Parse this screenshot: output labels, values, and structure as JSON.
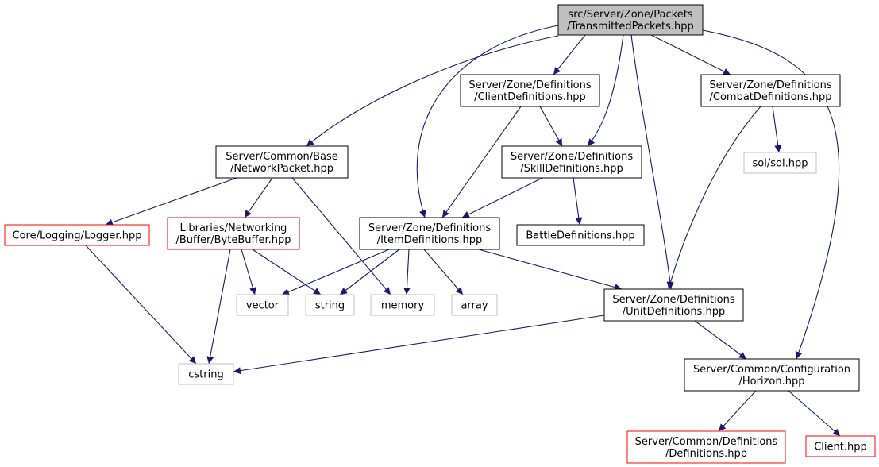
{
  "colors": {
    "edge": "#191970",
    "root_fill": "#bfbfbf",
    "node_border": "#000000",
    "red_border": "#ff0000",
    "grey_border": "#bfbfbf",
    "background": "#ffffff"
  },
  "nodes": [
    {
      "id": "transmitted",
      "lines": [
        "src/Server/Zone/Packets",
        "/TransmittedPackets.hpp"
      ],
      "style": "root"
    },
    {
      "id": "client-defs",
      "lines": [
        "Server/Zone/Definitions",
        "/ClientDefinitions.hpp"
      ],
      "style": "black"
    },
    {
      "id": "combat-defs",
      "lines": [
        "Server/Zone/Definitions",
        "/CombatDefinitions.hpp"
      ],
      "style": "black"
    },
    {
      "id": "network-packet",
      "lines": [
        "Server/Common/Base",
        "/NetworkPacket.hpp"
      ],
      "style": "black"
    },
    {
      "id": "skill-defs",
      "lines": [
        "Server/Zone/Definitions",
        "/SkillDefinitions.hpp"
      ],
      "style": "black"
    },
    {
      "id": "sol",
      "lines": [
        "sol/sol.hpp"
      ],
      "style": "grey"
    },
    {
      "id": "logger",
      "lines": [
        "Core/Logging/Logger.hpp"
      ],
      "style": "red"
    },
    {
      "id": "bytebuffer",
      "lines": [
        "Libraries/Networking",
        "/Buffer/ByteBuffer.hpp"
      ],
      "style": "red"
    },
    {
      "id": "item-defs",
      "lines": [
        "Server/Zone/Definitions",
        "/ItemDefinitions.hpp"
      ],
      "style": "black"
    },
    {
      "id": "battle-defs",
      "lines": [
        "BattleDefinitions.hpp"
      ],
      "style": "black"
    },
    {
      "id": "vector",
      "lines": [
        "vector"
      ],
      "style": "grey"
    },
    {
      "id": "string",
      "lines": [
        "string"
      ],
      "style": "grey"
    },
    {
      "id": "memory",
      "lines": [
        "memory"
      ],
      "style": "grey"
    },
    {
      "id": "array",
      "lines": [
        "array"
      ],
      "style": "grey"
    },
    {
      "id": "unit-defs",
      "lines": [
        "Server/Zone/Definitions",
        "/UnitDefinitions.hpp"
      ],
      "style": "black"
    },
    {
      "id": "cstring",
      "lines": [
        "cstring"
      ],
      "style": "grey"
    },
    {
      "id": "horizon",
      "lines": [
        "Server/Common/Configuration",
        "/Horizon.hpp"
      ],
      "style": "black"
    },
    {
      "id": "common-defs",
      "lines": [
        "Server/Common/Definitions",
        "/Definitions.hpp"
      ],
      "style": "red"
    },
    {
      "id": "client",
      "lines": [
        "Client.hpp"
      ],
      "style": "red"
    }
  ],
  "edges": [
    {
      "from": "transmitted",
      "to": "client-defs"
    },
    {
      "from": "transmitted",
      "to": "combat-defs"
    },
    {
      "from": "transmitted",
      "to": "network-packet"
    },
    {
      "from": "transmitted",
      "to": "skill-defs"
    },
    {
      "from": "transmitted",
      "to": "item-defs"
    },
    {
      "from": "transmitted",
      "to": "unit-defs"
    },
    {
      "from": "transmitted",
      "to": "horizon"
    },
    {
      "from": "client-defs",
      "to": "skill-defs"
    },
    {
      "from": "client-defs",
      "to": "item-defs"
    },
    {
      "from": "combat-defs",
      "to": "sol"
    },
    {
      "from": "combat-defs",
      "to": "unit-defs"
    },
    {
      "from": "network-packet",
      "to": "logger"
    },
    {
      "from": "network-packet",
      "to": "bytebuffer"
    },
    {
      "from": "network-packet",
      "to": "memory"
    },
    {
      "from": "skill-defs",
      "to": "item-defs"
    },
    {
      "from": "skill-defs",
      "to": "battle-defs"
    },
    {
      "from": "logger",
      "to": "cstring"
    },
    {
      "from": "bytebuffer",
      "to": "vector"
    },
    {
      "from": "bytebuffer",
      "to": "string"
    },
    {
      "from": "bytebuffer",
      "to": "cstring"
    },
    {
      "from": "item-defs",
      "to": "vector"
    },
    {
      "from": "item-defs",
      "to": "string"
    },
    {
      "from": "item-defs",
      "to": "memory"
    },
    {
      "from": "item-defs",
      "to": "array"
    },
    {
      "from": "item-defs",
      "to": "unit-defs"
    },
    {
      "from": "unit-defs",
      "to": "cstring"
    },
    {
      "from": "unit-defs",
      "to": "horizon"
    },
    {
      "from": "horizon",
      "to": "common-defs"
    },
    {
      "from": "horizon",
      "to": "client"
    }
  ]
}
